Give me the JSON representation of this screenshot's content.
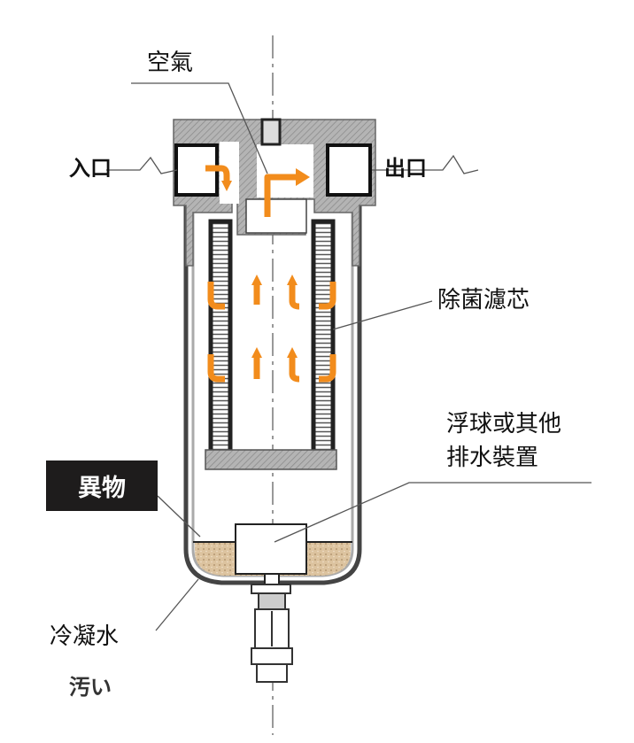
{
  "labels": {
    "air": "空氣",
    "inlet": "入口",
    "outlet": "出口",
    "filter_element": "除菌濾芯",
    "drain_line1": "浮球或其他",
    "drain_line2": "排水裝置",
    "foreign_matter": "異物",
    "condensate": "冷凝水",
    "dirty": "汚い"
  },
  "colors": {
    "flow_arrow": "#f28c1c",
    "housing": "#a8a8a8",
    "sediment": "#d9bf9a",
    "label_box": "#1e1c1c"
  }
}
